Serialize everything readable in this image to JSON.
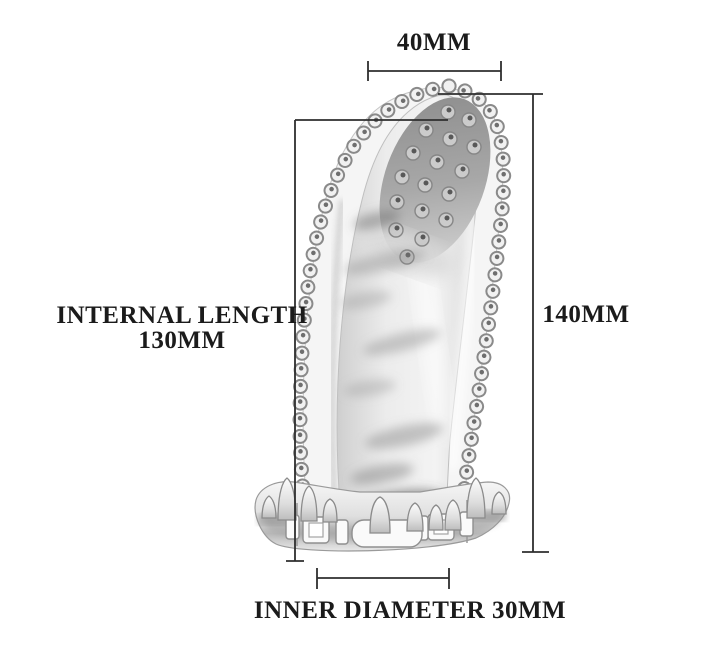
{
  "page": {
    "background": "#ffffff"
  },
  "colors": {
    "text": "#1b1b1b",
    "line": "#2e2e2e"
  },
  "labels": {
    "top_width": "40MM",
    "right_height": "140MM",
    "internal_length_line1": "INTERNAL LENGTH",
    "internal_length_line2": "130MM",
    "inner_diameter": "INNER DIAMETER 30MM"
  }
}
